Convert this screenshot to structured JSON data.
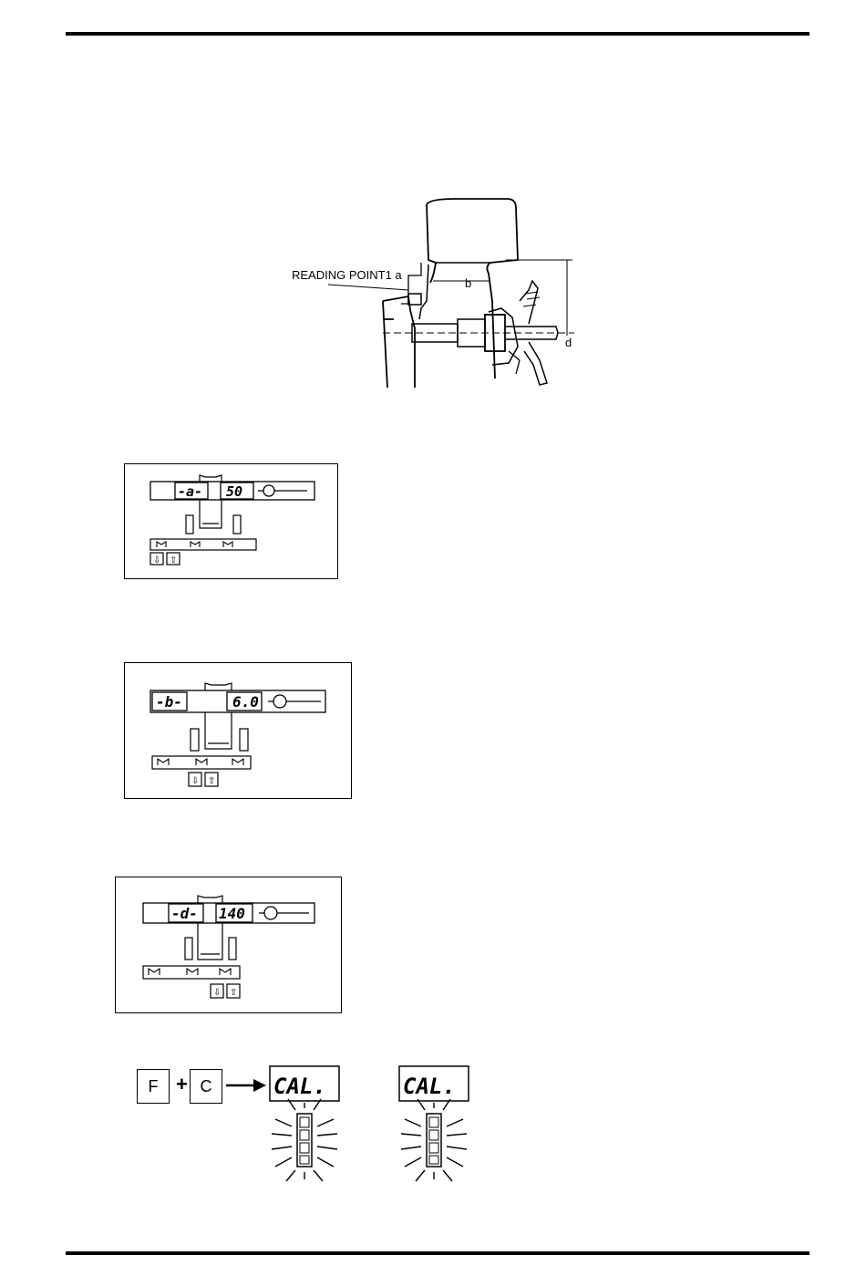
{
  "figure1": {
    "reading_point_label": "READING POINT1 a",
    "dim_b": "b",
    "dim_d": "d"
  },
  "displays": [
    {
      "code": "-a-",
      "value": "50"
    },
    {
      "code": "-b-",
      "value": "6.0"
    },
    {
      "code": "-d-",
      "value": "140"
    }
  ],
  "calibration": {
    "key_f": "F",
    "plus": "+",
    "key_c": "C",
    "screen_text_1": "CAL.",
    "screen_text_2": "CAL."
  }
}
